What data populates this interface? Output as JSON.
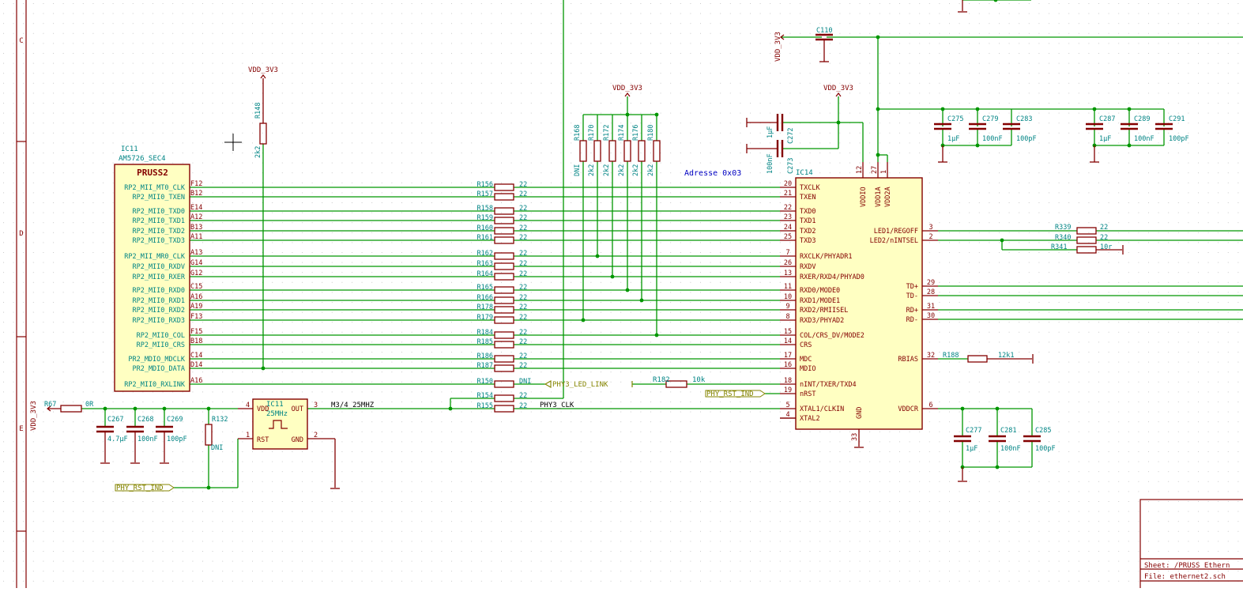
{
  "colors": {
    "wire": "#009600",
    "part": "#840000",
    "body_fill": "#ffffc2",
    "ref": "#008484",
    "label": "#848400",
    "note": "#0000c2",
    "frame": "#840000",
    "grid": "#c8c8c8"
  },
  "border": {
    "rows": [
      "C",
      "D",
      "E"
    ]
  },
  "ic11l": {
    "ref": "IC11",
    "value": "AM5726_SEC4",
    "name": "PRUSS2",
    "pins": [
      {
        "num": "F12",
        "name": "RP2_MII_MT0_CLK"
      },
      {
        "num": "B12",
        "name": "RP2_MII0_TXEN"
      },
      {
        "num": "E14",
        "name": "RP2_MII0_TXD0"
      },
      {
        "num": "A12",
        "name": "RP2_MII0_TXD1"
      },
      {
        "num": "B13",
        "name": "RP2_MII0_TXD2"
      },
      {
        "num": "A11",
        "name": "RP2_MII0_TXD3"
      },
      {
        "num": "A13",
        "name": "RP2_MII_MR0_CLK"
      },
      {
        "num": "G14",
        "name": "RP2_MII0_RXDV"
      },
      {
        "num": "G12",
        "name": "RP2_MII0_RXER"
      },
      {
        "num": "C15",
        "name": "RP2_MII0_RXD0"
      },
      {
        "num": "A16",
        "name": "RP2_MII0_RXD1"
      },
      {
        "num": "A19",
        "name": "RP2_MII0_RXD2"
      },
      {
        "num": "F13",
        "name": "RP2_MII0_RXD3"
      },
      {
        "num": "F15",
        "name": "RP2_MII0_COL"
      },
      {
        "num": "B18",
        "name": "RP2_MII0_CRS"
      },
      {
        "num": "C14",
        "name": "PR2_MDIO_MDCLK"
      },
      {
        "num": "D14",
        "name": "PR2_MDIO_DATA"
      },
      {
        "num": "A16",
        "name": "RP2_MII0_RXLINK"
      }
    ]
  },
  "series_res": [
    {
      "ref": "R156",
      "val": "22"
    },
    {
      "ref": "R157",
      "val": "22"
    },
    {
      "ref": "R158",
      "val": "22"
    },
    {
      "ref": "R159",
      "val": "22"
    },
    {
      "ref": "R160",
      "val": "22"
    },
    {
      "ref": "R161",
      "val": "22"
    },
    {
      "ref": "R162",
      "val": "22"
    },
    {
      "ref": "R163",
      "val": "22"
    },
    {
      "ref": "R164",
      "val": "22"
    },
    {
      "ref": "R165",
      "val": "22"
    },
    {
      "ref": "R166",
      "val": "22"
    },
    {
      "ref": "R178",
      "val": "22"
    },
    {
      "ref": "R179",
      "val": "22"
    },
    {
      "ref": "R184",
      "val": "22"
    },
    {
      "ref": "R185",
      "val": "22"
    },
    {
      "ref": "R186",
      "val": "22"
    },
    {
      "ref": "R187",
      "val": "22"
    },
    {
      "ref": "R150",
      "val": "DNI"
    },
    {
      "ref": "R154",
      "val": "22"
    },
    {
      "ref": "R155",
      "val": "22"
    }
  ],
  "ic14": {
    "ref": "IC14",
    "note": "Adresse 0x03",
    "left_pins": [
      {
        "num": "20",
        "name": "TXCLK"
      },
      {
        "num": "21",
        "name": "TXEN"
      },
      {
        "num": "22",
        "name": "TXD0"
      },
      {
        "num": "23",
        "name": "TXD1"
      },
      {
        "num": "24",
        "name": "TXD2"
      },
      {
        "num": "25",
        "name": "TXD3"
      },
      {
        "num": "7",
        "name": "RXCLK/PHYADR1"
      },
      {
        "num": "26",
        "name": "RXDV"
      },
      {
        "num": "13",
        "name": "RXER/RXD4/PHYAD0"
      },
      {
        "num": "11",
        "name": "RXD0/MODE0"
      },
      {
        "num": "10",
        "name": "RXD1/MODE1"
      },
      {
        "num": "9",
        "name": "RXD2/RMIISEL"
      },
      {
        "num": "8",
        "name": "RXD3/PHYAD2"
      },
      {
        "num": "15",
        "name": "COL/CRS_DV/MODE2"
      },
      {
        "num": "14",
        "name": "CRS"
      },
      {
        "num": "17",
        "name": "MDC"
      },
      {
        "num": "16",
        "name": "MDIO"
      },
      {
        "num": "18",
        "name": "nINT/TXER/TXD4"
      },
      {
        "num": "19",
        "name": "nRST"
      },
      {
        "num": "5",
        "name": "XTAL1/CLKIN"
      },
      {
        "num": "4",
        "name": "XTAL2"
      }
    ],
    "right_pins": [
      {
        "num": "3",
        "name": "LED1/REGOFF"
      },
      {
        "num": "2",
        "name": "LED2/nINTSEL"
      },
      {
        "num": "29",
        "name": "TD+"
      },
      {
        "num": "28",
        "name": "TD-"
      },
      {
        "num": "31",
        "name": "RD+"
      },
      {
        "num": "30",
        "name": "RD-"
      },
      {
        "num": "32",
        "name": "RBIAS"
      },
      {
        "num": "6",
        "name": "VDDCR"
      }
    ],
    "top_pins": [
      {
        "num": "12",
        "name": "VDDIO"
      },
      {
        "num": "27",
        "name": "VDD1A"
      },
      {
        "num": "1",
        "name": "VDD2A"
      }
    ],
    "bottom_pins": [
      {
        "num": "33",
        "name": "GND"
      }
    ]
  },
  "osc": {
    "ref": "IC11",
    "value": "25MHz",
    "vdd": "VDD",
    "out": "OUT",
    "rst": "RST",
    "gnd": "GND",
    "pin4": "4",
    "pin3": "3",
    "pin1": "1",
    "pin2": "2"
  },
  "nets": {
    "vdd": "VDD_3V3",
    "led_link": "PHY3_LED_LINK",
    "rst": "PHY_RST_IND",
    "clk25": "M3/4_25MHZ",
    "phy_clk": "PHY3_CLK"
  },
  "parts": {
    "r148": {
      "ref": "R148",
      "val": "2k2"
    },
    "strap": [
      {
        "ref": "R168",
        "val": "DNI"
      },
      {
        "ref": "R170",
        "val": "2k2"
      },
      {
        "ref": "R172",
        "val": "2k2"
      },
      {
        "ref": "R174",
        "val": "2k2"
      },
      {
        "ref": "R176",
        "val": "2k2"
      },
      {
        "ref": "R180",
        "val": "2k2"
      }
    ],
    "c272": {
      "ref": "C272",
      "val": "1µF"
    },
    "c273": {
      "ref": "C273",
      "val": "100nF"
    },
    "c110": {
      "ref": "C110"
    },
    "c275": {
      "ref": "C275",
      "val": "1µF"
    },
    "c279": {
      "ref": "C279",
      "val": "100nF"
    },
    "c283": {
      "ref": "C283",
      "val": "100pF"
    },
    "c287": {
      "ref": "C287",
      "val": "1µF"
    },
    "c289": {
      "ref": "C289",
      "val": "100nF"
    },
    "c291": {
      "ref": "C291",
      "val": "100pF"
    },
    "r339": {
      "ref": "R339",
      "val": "22"
    },
    "r340": {
      "ref": "R340",
      "val": "22"
    },
    "r341": {
      "ref": "R341",
      "val": "10r"
    },
    "r182": {
      "ref": "R182",
      "val": "10k"
    },
    "r188": {
      "ref": "R188",
      "val": "12k1"
    },
    "r67": {
      "ref": "R67",
      "val": "0R"
    },
    "r132": {
      "ref": "R132",
      "val": "DNI"
    },
    "c267": {
      "ref": "C267",
      "val": "4.7µF"
    },
    "c268": {
      "ref": "C268",
      "val": "100nF"
    },
    "c269": {
      "ref": "C269",
      "val": "100pF"
    },
    "c277": {
      "ref": "C277",
      "val": "1µF"
    },
    "c281": {
      "ref": "C281",
      "val": "100nF"
    },
    "c285": {
      "ref": "C285",
      "val": "100pF"
    }
  },
  "title_block": {
    "sheet": "Sheet: /PRUSS Ethern",
    "file": "File: ethernet2.sch"
  }
}
